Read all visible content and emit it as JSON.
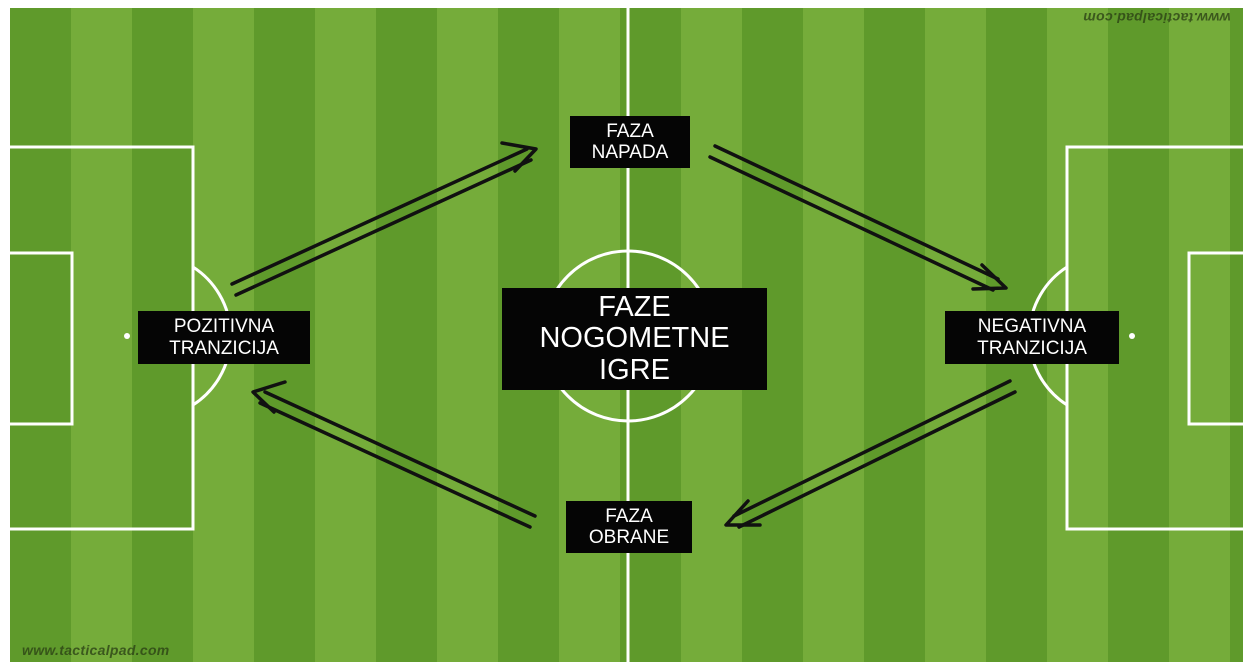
{
  "diagram": {
    "center_title": [
      "FAZE",
      "NOGOMETNE",
      "IGRE"
    ],
    "nodes": {
      "attack_phase": [
        "FAZA",
        "NAPADA"
      ],
      "defense_phase": [
        "FAZA",
        "OBRANE"
      ],
      "positive_transition": [
        "POZITIVNA",
        "TRANZICIJA"
      ],
      "negative_transition": [
        "NEGATIVNA",
        "TRANZICIJA"
      ]
    },
    "edges": [
      {
        "from": "positive_transition",
        "to": "attack_phase"
      },
      {
        "from": "attack_phase",
        "to": "negative_transition"
      },
      {
        "from": "negative_transition",
        "to": "defense_phase"
      },
      {
        "from": "defense_phase",
        "to": "positive_transition"
      }
    ]
  },
  "watermark": {
    "bottom_left": "www.tacticalpad.com",
    "top_right_mirrored": "www.tacticalpad.com"
  },
  "colors": {
    "pitch_stripe_dark": "#5f9a2b",
    "pitch_stripe_light": "#75ac3a",
    "pitch_lines": "#ffffff",
    "label_background": "#050505",
    "label_text": "#ffffff",
    "arrow": "#111111"
  }
}
